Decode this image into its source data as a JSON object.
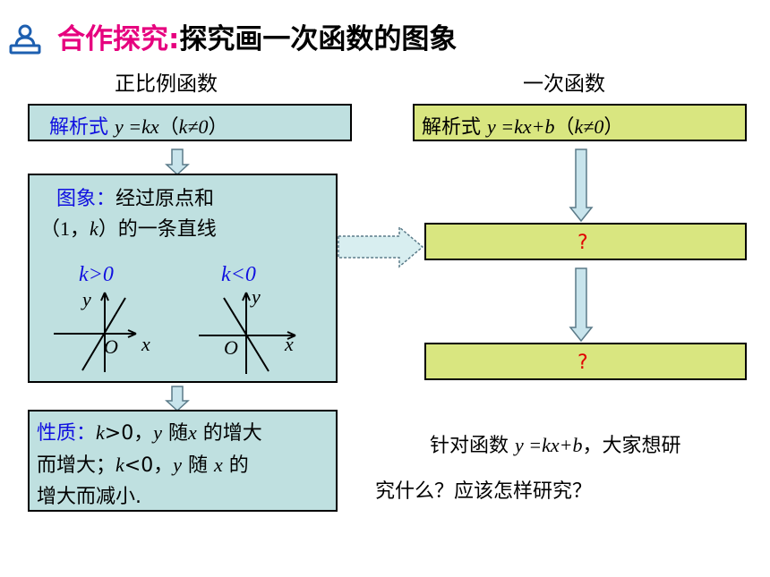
{
  "header": {
    "title_highlight": "合作探究:",
    "title_rest": "探究画一次函数的图象",
    "icon": "person-at-computer-icon"
  },
  "left": {
    "heading": "正比例函数",
    "formula": {
      "label": "解析式",
      "expr": "y =kx",
      "paren_open": "（",
      "cond": "k≠0",
      "paren_close": "）"
    },
    "graph": {
      "label": "图象：",
      "line1_rest": "经过原点和",
      "line2_open": "（1，",
      "line2_k": "k",
      "line2_rest": "）的一条直线",
      "pos": {
        "cond": "k>0",
        "ylabel": "y",
        "xlabel": "x",
        "origin": "O"
      },
      "neg": {
        "cond": "k<0",
        "ylabel": "y",
        "xlabel": "x",
        "origin": "O"
      }
    },
    "props": {
      "label": "性质：",
      "k1": "k",
      "p1": ">0，",
      "y1": "y",
      "p2": " 随",
      "x1": "x",
      "p3": " 的增大",
      "p4": "而增大；",
      "k2": "k",
      "p5": "<0，",
      "y2": "y",
      "p6": " 随 ",
      "x2": "x",
      "p7": " 的",
      "p8": "增大而减小."
    }
  },
  "right": {
    "heading": "一次函数",
    "formula": {
      "label": "解析式",
      "expr": "y =kx+b",
      "paren_open": "（",
      "cond": "k≠0",
      "paren_close": "）"
    },
    "box2": "?",
    "box3": "?"
  },
  "question": {
    "line1_a": "针对函数 ",
    "line1_expr": "y =kx+b",
    "line1_b": "，大家想研",
    "line2": "究什么？应该怎样研究？"
  },
  "colors": {
    "title_pink": "#e6007e",
    "blue_text": "#1010e0",
    "box_blue": "#bfe0e0",
    "box_green": "#d9e680",
    "question_red": "#e00000",
    "arrow_fill": "#c8e4ec"
  }
}
